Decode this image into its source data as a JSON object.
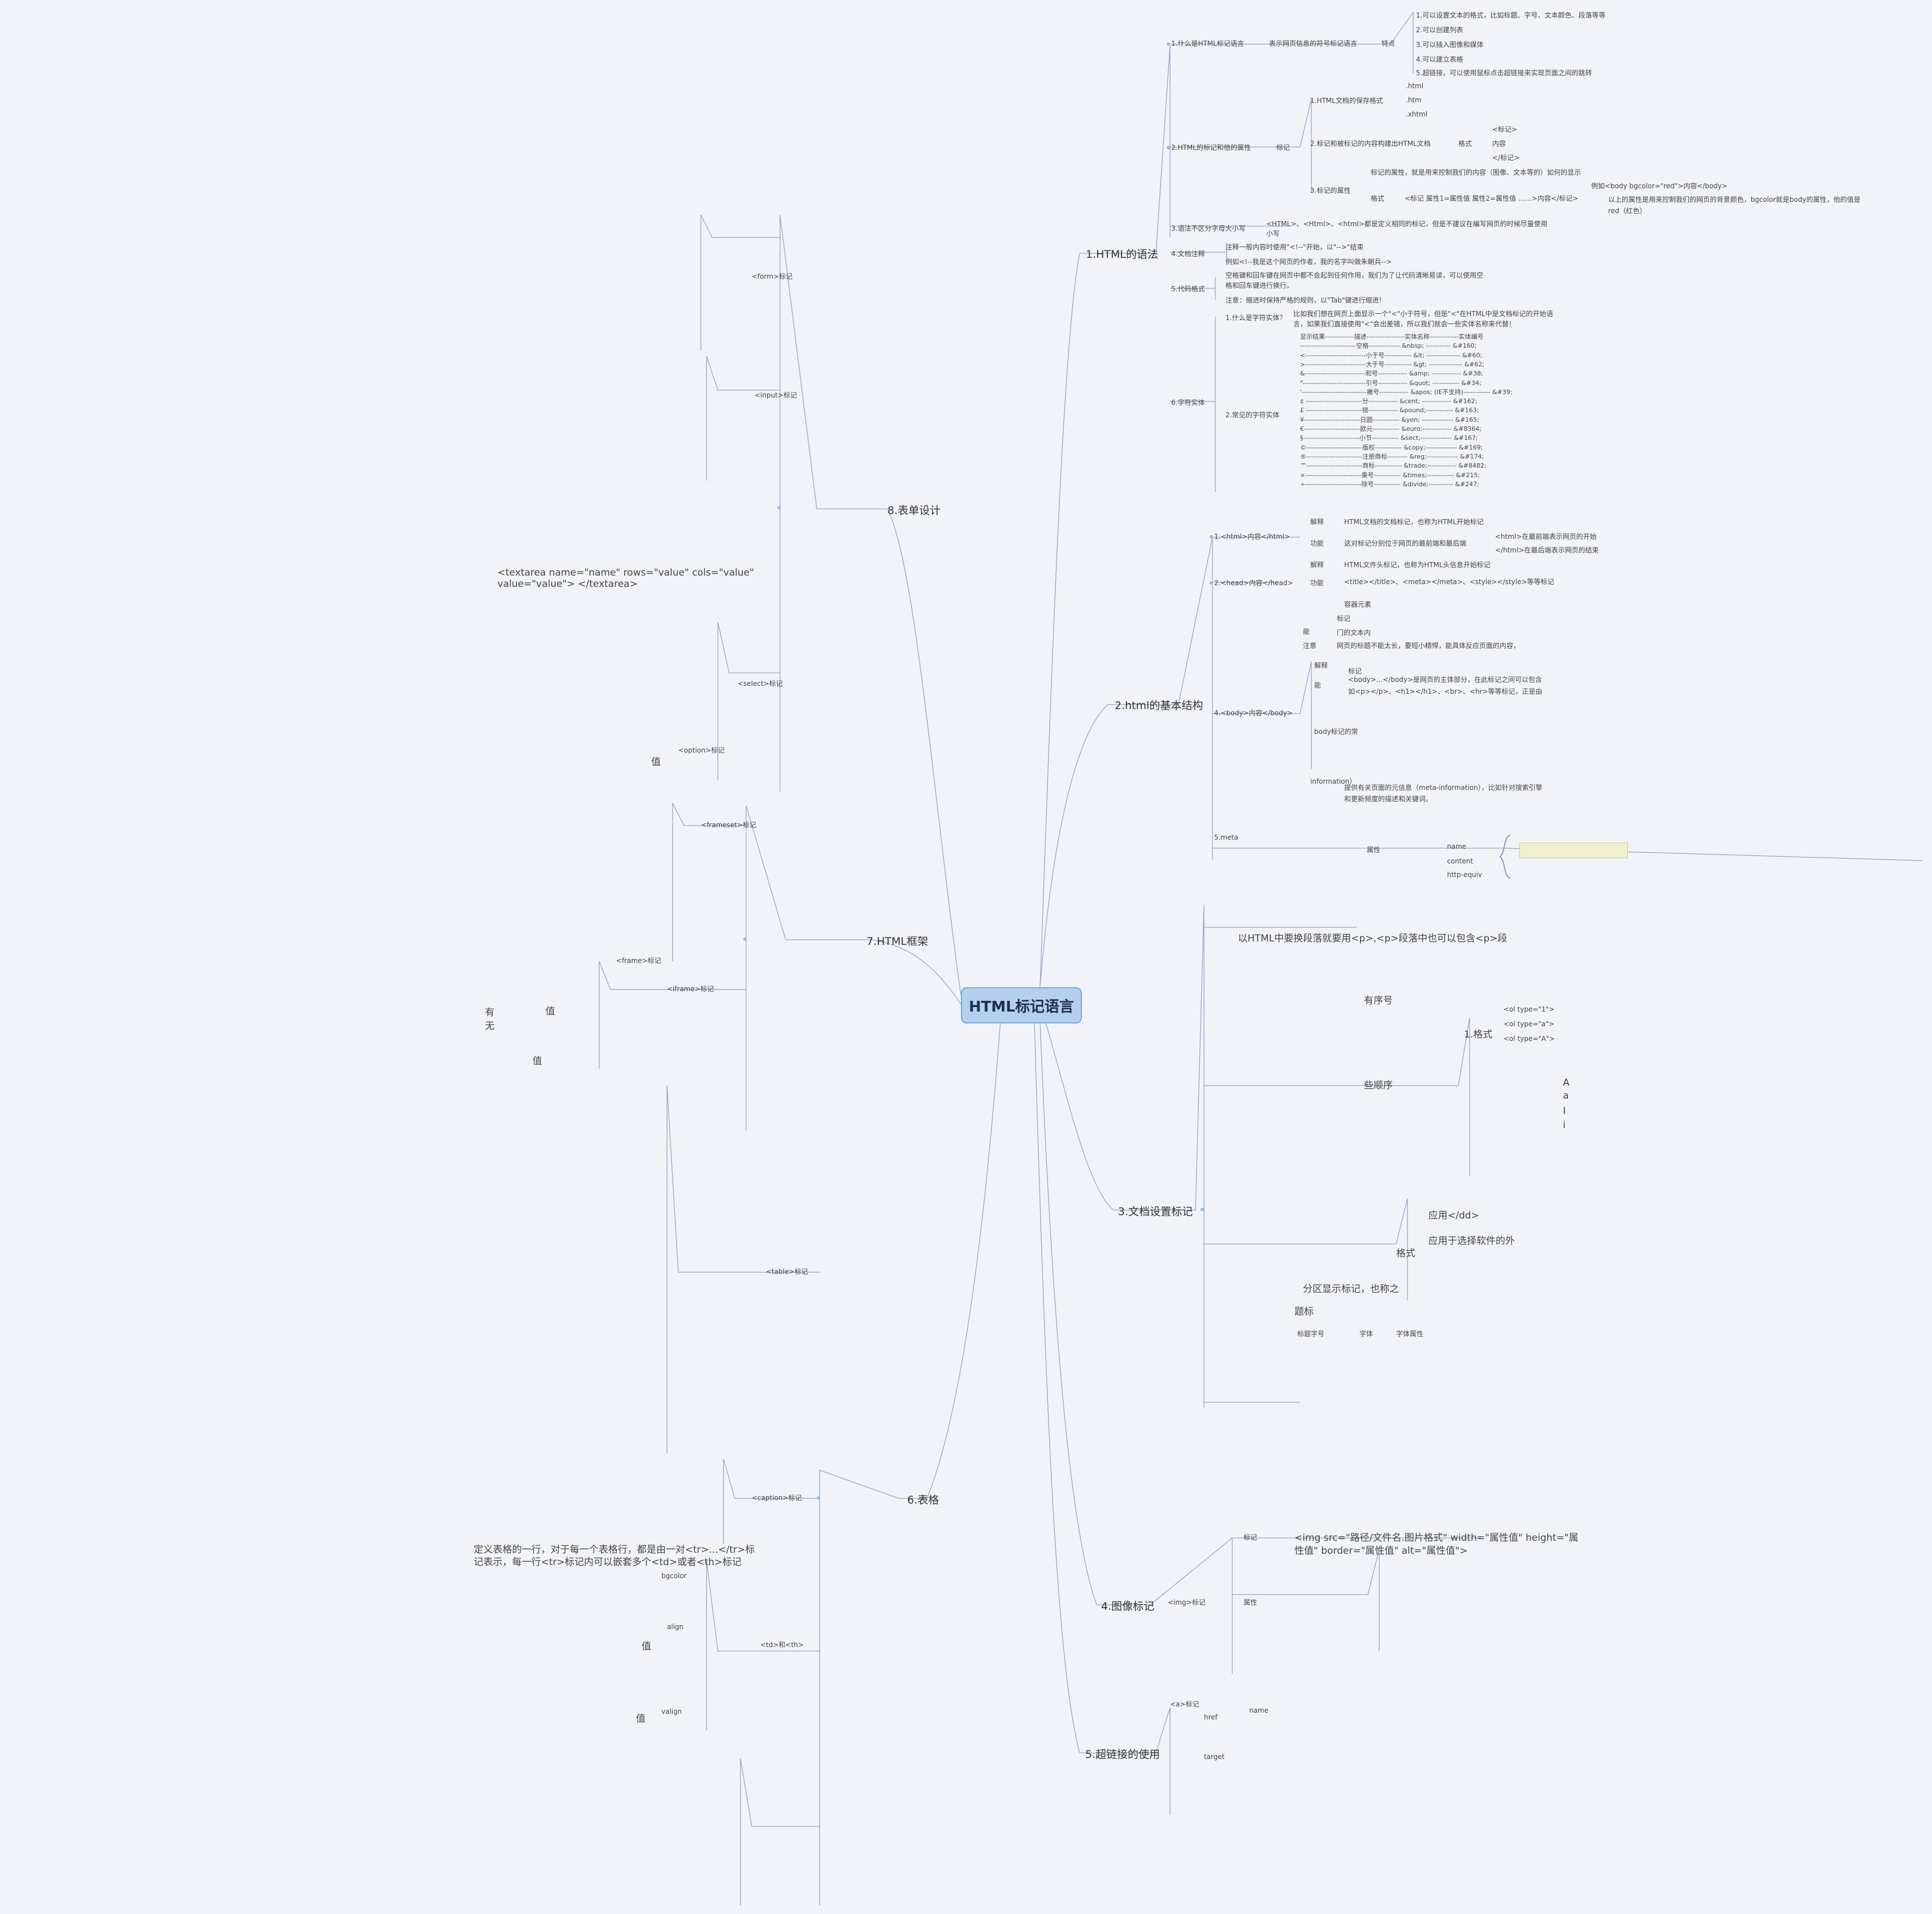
{
  "root": "HTML标记语言",
  "branches": {
    "b1": "1.HTML的语法",
    "b2": "2.html的基本结构",
    "b3": "3.文档设置标记",
    "b4": "4.图像标记",
    "b5": "5.超链接的使用",
    "b6": "6.表格",
    "b7": "7.HTML框架",
    "b8": "8.表单设计"
  },
  "syntax": {
    "q1": "1.什么是HTML标记语言",
    "q1_def": "表示网页信息的符号标记语言",
    "q1_feat": "特点",
    "f1": "1.可以设置文本的格式，比如标题、字号、文本颜色、段落等等",
    "f2": "2.可以创建列表",
    "f3": "3.可以插入图像和媒体",
    "f4": "4.可以建立表格",
    "f5": "5.超链接，可以使用鼠标点击超链接来实现页面之间的跳转",
    "q2": "2.HTML的标记和他的属性",
    "q2_tag": "标记",
    "ext_title": "1.HTML文档的保存格式",
    "ext1": ".html",
    "ext2": ".htm",
    "ext3": ".xhtml",
    "content_title": "2.标记和被标记的内容构建出HTML文档",
    "content_fmt": "格式",
    "c1": "<标记>",
    "c2": "内容",
    "c3": "</标记>",
    "attr_title": "3.标记的属性",
    "attr_def": "标记的属性，就是用来控制我们的内容（图像、文本等的）如何的显示",
    "attr_fmt": "格式",
    "attr_syntax": "<标记 属性1=属性值 属性2=属性值 ……>内容</标记>",
    "attr_ex": "例如<body bgcolor=\"red\">内容</body>",
    "attr_note1": "以上的属性是用来控制我们的网页的背景颜色，bgcolor就是body的属性，他的值是",
    "attr_note2": "red（红色）",
    "q3": "3.语法不区分字母大小写",
    "q3_desc1": "<HTML>、<Html>、<html>都是定义相同的标记，但是不建议在编写网页的时候尽量使用",
    "q3_desc2": "小写",
    "q4": "4.文档注释",
    "q4_d1": "注释一般内容时使用\"<!--\"开始，以\"-->\"结束",
    "q4_d2": "例如<!--我是这个网页的作者，我的名字叫做朱朝兵-->",
    "q5": "5.代码格式",
    "q5_d1": "空格键和回车键在网页中都不会起到任何作用，我们为了让代码清晰易读，可以使用空",
    "q5_d2": "格和回车键进行换行。",
    "q5_d3": "注意：缩进时保持严格的规则，以\"Tab\"键进行缩进！",
    "q6": "6.字符实体",
    "q6_1": "1.什么是字符实体？",
    "q6_1_d1": "比如我们想在网页上面显示一个\"<\"小于符号，但是\"<\"在HTML中是文档标记的开始语",
    "q6_1_d2": "言，如果我们直接使用\"<\"会出差错，所以我们就会一些实体名称来代替！",
    "q6_2": "2.常见的字符实体",
    "entities": [
      "显示结果-------------描述-----------------实体名称-------------实体编号",
      "-------------------------空格--------------  &nbsp; ----------- &#160;",
      "<---------------------------小于号------------  &lt; --------------- &#60;",
      ">---------------------------大于号------------  &gt; --------------- &#62;",
      "&---------------------------和号-------------  &amp; ------------- &#38;",
      "\"----------------------------引号-------------  &quot; ------------ &#34;",
      "'-----------------------------撇号-------------  &apos; (IE不支持)------------ &#39;",
      "¢ -------------------------分------------- &cent; ------------- &#162;",
      "£ -------------------------镑------------- &pound;------------ &#163;",
      "¥-------------------------日圆------------ &yen; -------------- &#165;",
      "€-------------------------欧元------------ &euro;------------- &#8364;",
      "§-------------------------小节------------ &sect;-------------- &#167;",
      "©-------------------------版权------------ &copy;-------------- &#169;",
      "®-------------------------注册商标--------- &reg;-------------- &#174;",
      "™-------------------------商标------------ &trade;------------- &#8482;",
      "×-------------------------乘号------------ &times;------------ &#215;",
      "÷-------------------------除号------------ &divide;----------- &#247;"
    ]
  },
  "structure": {
    "html": "1.<html>内容</html>",
    "html_explain": "解释",
    "html_explain_d": "HTML文档的文档标记，也称为HTML开始标记",
    "html_func": "功能",
    "html_func_d": "这对标记分别位于网页的最前端和最后端",
    "html_func_a": "<html>在最前端表示网页的开始",
    "html_func_b": "</html>在最后端表示网页的结束",
    "head": "2.<head>内容</head>",
    "head_explain": "解释",
    "head_explain_d": "HTML文件头标记，也称为HTML头信息开始标记",
    "head_func": "功能",
    "head_func_d": "<title></title>、<meta></meta>、<style></style>等等标记",
    "head_func_e": "容器元素",
    "title_sub": "标记",
    "title_func": "能",
    "title_func_d": "门的文本内",
    "title_note": "注意",
    "title_note_d": "网页的标题不能太长，要短小精悍，能具体反应页面的内容，",
    "body": "4.<body>内容</body>",
    "body_explain": "解释",
    "body_explain_d": "标记",
    "body_func": "能",
    "body_func_d1": "<body>...</body>是网页的主体部分，在此标记之间可以包含",
    "body_func_d2": "如<p></p>、<h1></h1>、<br>、<hr>等等标记，正是由",
    "body_attr": "body标记的常",
    "meta_sub": "information）",
    "meta_d1": "提供有关页面的元信息（meta-information），比如针对搜索引擎",
    "meta_d2": "和更新频度的描述和关键词。",
    "meta_attr": "属性",
    "meta_name": "name",
    "meta_content": "content",
    "meta_equiv": "http-equiv",
    "meta_last": "5.meta"
  },
  "docset": {
    "p_note": "以HTML中要换段落就要用<p>,<p>段落中也可以包含<p>段",
    "ordered": "有序号",
    "nopre": "些顺序",
    "format1": "1.格式",
    "type_a": "<ol type=\"1\">",
    "type_b": "<ol type=\"a\">",
    "type_c": "<ol type=\"A\">",
    "upper_a": "A",
    "lower_a": "a",
    "upper_i": "I",
    "lower_i": "i",
    "dd_apply": "应用</dd>",
    "dd_apply2": "应用于选择软件的外",
    "format2": "格式",
    "div": "分区显示标记，也称之",
    "heading": "题标",
    "h_attr": "标题字号",
    "font": "字体",
    "font_attr": "字体属性"
  },
  "image": {
    "img_syntax1": "<img src=\"路径/文件名.图片格式\" width=\"属性值\" height=\"属",
    "img_syntax2": "性值\" border=\"属性值\" alt=\"属性值\">",
    "img_tag": "<img>标记",
    "img_label": "标记",
    "img_attr": "属性"
  },
  "link": {
    "a_tag": "<a>标记",
    "a_name": "name",
    "a_href": "href",
    "a_target": "target"
  },
  "table": {
    "tr_def1": "定义表格的一行，对于每一个表格行，都是由一对<tr>...</tr>标",
    "tr_def2": "记表示，每一行<tr>标记内可以嵌套多个<td>或者<th>标记",
    "table_tag": "<table>标记",
    "caption": "<caption>标记",
    "bgcolor": "bgcolor",
    "align": "align",
    "valign": "valign",
    "value": "值",
    "tdth": "<td>和<th>"
  },
  "frame": {
    "yes": "有",
    "no": "无",
    "value": "值",
    "frameset": "<frameset>标记",
    "frame_tag": "<frame>标记",
    "iframe": "<iframe>标记"
  },
  "form": {
    "textarea1": "<textarea name=\"name\" rows=\"value\" cols=\"value\"",
    "textarea2": "value=\"value\">          </textarea>",
    "form_tag": "<form>标记",
    "input_tag": "<input>标记",
    "select_tag": "<select>标记",
    "option_tag": "<option>标记",
    "value": "值"
  }
}
